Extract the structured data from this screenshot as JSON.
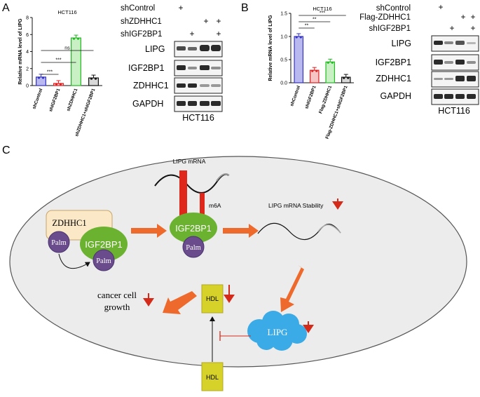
{
  "panel_labels": {
    "a": "A",
    "b": "B",
    "c": "C"
  },
  "chart_data": [
    {
      "type": "bar",
      "title": "HCT116",
      "ylabel": "Relative mRNA level of LIPG",
      "xlabel": "",
      "categories": [
        "shControl",
        "shIGF2BP1",
        "shZDHHC1",
        "shZDHHC1+shIGF2BP1"
      ],
      "values": [
        1.0,
        0.25,
        5.6,
        0.9
      ],
      "ylim": [
        0,
        8
      ],
      "yticks": [
        "0",
        "2",
        "4",
        "6",
        "8"
      ],
      "colors": [
        "#3333cc",
        "#e02020",
        "#22bb22",
        "#111111"
      ],
      "fills": [
        "#b9b9ef",
        "#f7c4c4",
        "#c8f0c4",
        "#d8d8d8"
      ],
      "significance": [
        {
          "label": "***",
          "from": 0,
          "to": 1
        },
        {
          "label": "***",
          "from": 0,
          "to": 2
        },
        {
          "label": "ns",
          "from": 0,
          "to": 3
        }
      ]
    },
    {
      "type": "bar",
      "title": "HCT116",
      "ylabel": "Relative mRNA level of LIPG",
      "xlabel": "",
      "categories": [
        "shControl",
        "shIGF2BP1",
        "Flag-ZDHHC1",
        "Flag-ZDHHC1+shIGF2BP1"
      ],
      "values": [
        1.0,
        0.27,
        0.45,
        0.12
      ],
      "ylim": [
        0,
        1.5
      ],
      "yticks": [
        "0.0",
        "0.5",
        "1.0",
        "1.5"
      ],
      "colors": [
        "#3333cc",
        "#e02020",
        "#22bb22",
        "#111111"
      ],
      "fills": [
        "#b9b9ef",
        "#f7c4c4",
        "#c8f0c4",
        "#d8d8d8"
      ],
      "significance": [
        {
          "label": "**",
          "from": 0,
          "to": 1
        },
        {
          "label": "**",
          "from": 0,
          "to": 2
        },
        {
          "label": "***",
          "from": 0,
          "to": 3
        }
      ]
    }
  ],
  "blot_a": {
    "conditions": [
      "shControl",
      "shZDHHC1",
      "shIGF2BP1"
    ],
    "signs": [
      [
        "+",
        "",
        "",
        ""
      ],
      [
        "",
        "",
        "+",
        "+"
      ],
      [
        "",
        "+",
        "",
        "+"
      ]
    ],
    "proteins": [
      "LIPG",
      "IGF2BP1",
      "ZDHHC1",
      "GAPDH"
    ],
    "cell_line": "HCT116"
  },
  "blot_b": {
    "conditions": [
      "shControl",
      "Flag-ZDHHC1",
      "shIGF2BP1"
    ],
    "signs": [
      [
        "+",
        "",
        "",
        ""
      ],
      [
        "",
        "",
        "+",
        "+"
      ],
      [
        "",
        "+",
        "",
        "+"
      ]
    ],
    "proteins": [
      "LIPG",
      "IGF2BP1",
      "ZDHHC1",
      "GAPDH"
    ],
    "cell_line": "HCT116"
  },
  "diagram": {
    "zdhhc1": "ZDHHC1",
    "palm": "Palm",
    "igf2bp1": "IGF2BP1",
    "lipg_mrna": "LIPG mRNA",
    "m6a": "m6A",
    "lipg_stability": "LIPG mRNA  Stability",
    "lipg": "LIPG",
    "hdl": "HDL",
    "cancer_growth_1": "cancer cell",
    "cancer_growth_2": "growth"
  }
}
